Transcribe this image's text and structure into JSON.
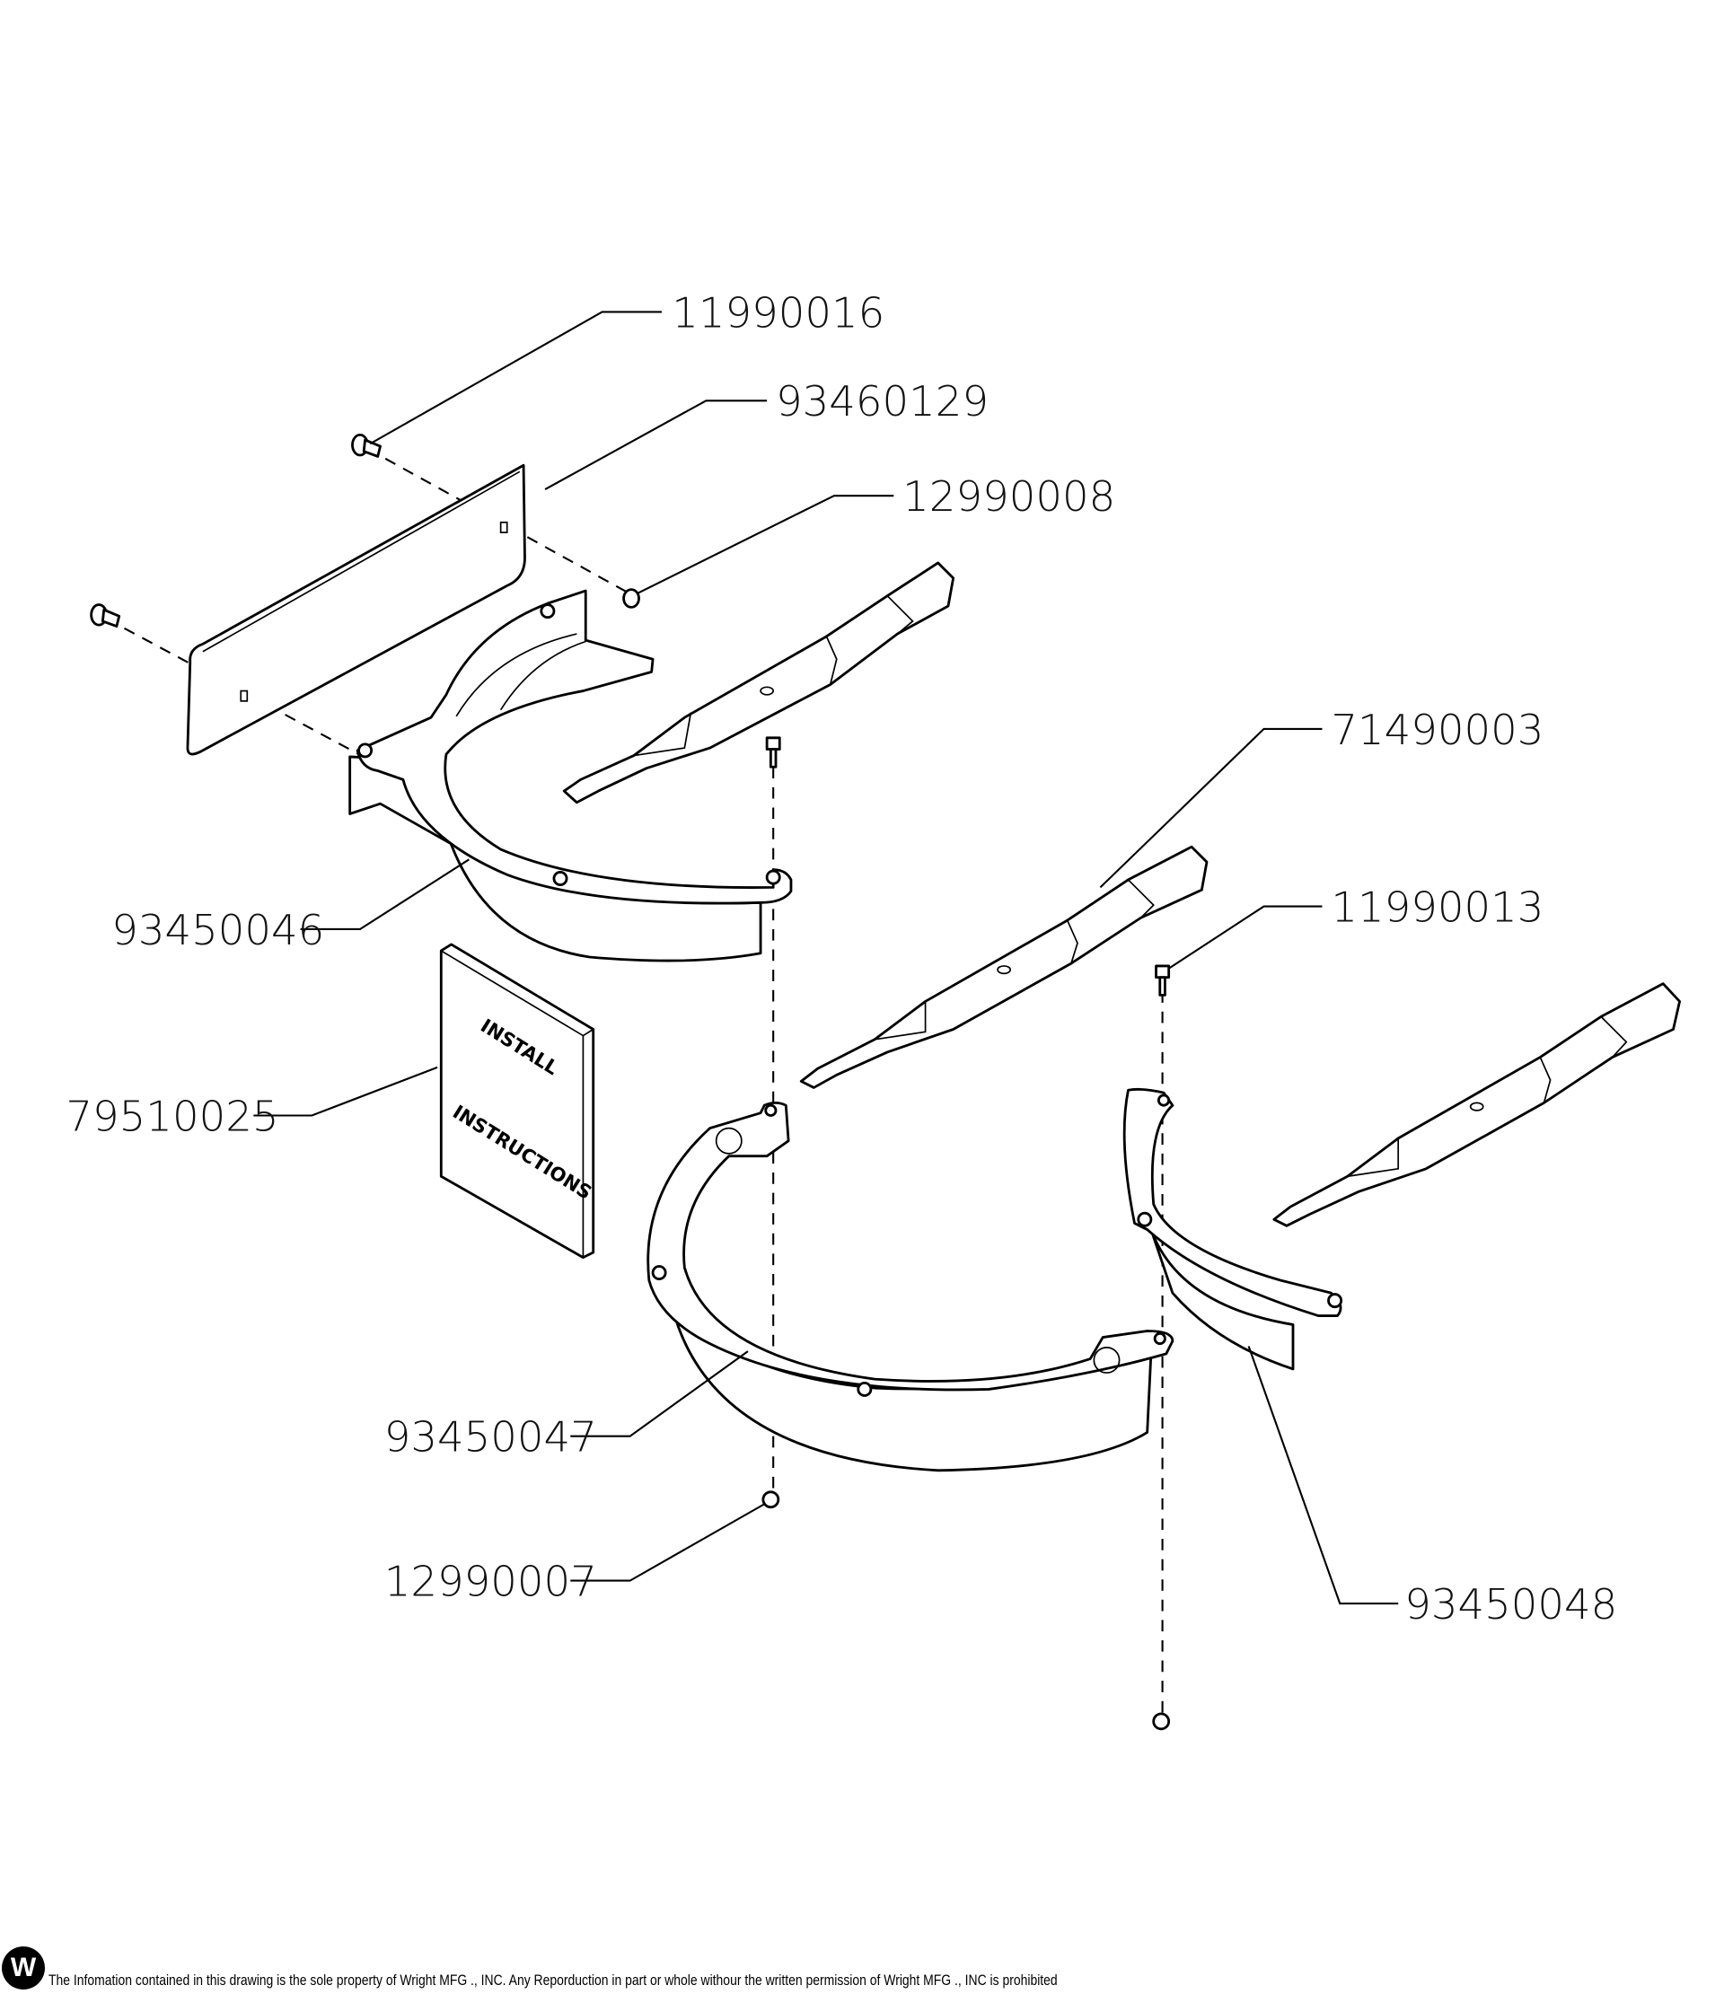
{
  "diagram": {
    "part_labels": {
      "p11990016": "11990016",
      "p93460129": "93460129",
      "p12990008": "12990008",
      "p71490003": "71490003",
      "p11990013": "11990013",
      "p93450046": "93450046",
      "p79510025": "79510025",
      "p93450047": "93450047",
      "p12990007": "12990007",
      "p93450048": "93450048"
    },
    "book_text": {
      "line1": "INSTALL",
      "line2": "INSTRUCTIONS"
    }
  },
  "footer": {
    "logo_text": "W",
    "notice": "The Infomation contained in this drawing is the sole property of Wright MFG ., INC. Any Reporduction in part or whole withour the written permission of Wright MFG ., INC is prohibited"
  }
}
